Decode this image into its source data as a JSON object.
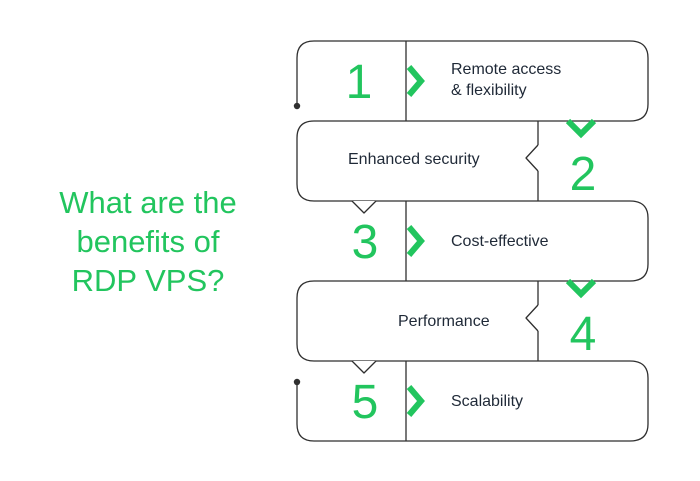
{
  "headline": [
    "What are the",
    "benefits of",
    "RDP VPS?"
  ],
  "accent_color": "#22c55e",
  "line_color": "#2f2f2f",
  "text_color": "#1f2937",
  "steps": [
    {
      "number": "1",
      "label_lines": [
        "Remote access",
        "& flexibility"
      ],
      "marker_icon": "chevron-right-icon"
    },
    {
      "number": "2",
      "label_lines": [
        "Enhanced security"
      ],
      "marker_icon": "chevron-down-icon"
    },
    {
      "number": "3",
      "label_lines": [
        "Cost-effective"
      ],
      "marker_icon": "chevron-right-icon"
    },
    {
      "number": "4",
      "label_lines": [
        "Performance"
      ],
      "marker_icon": "chevron-down-icon"
    },
    {
      "number": "5",
      "label_lines": [
        "Scalability"
      ],
      "marker_icon": "chevron-right-icon"
    }
  ]
}
